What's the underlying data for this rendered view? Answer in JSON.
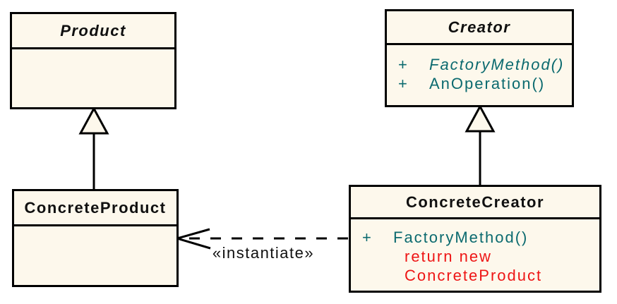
{
  "diagram": {
    "kind": "uml-class-diagram",
    "colors": {
      "background": "#ffffff",
      "class_fill": "#FDF8EC",
      "line": "#000000",
      "method_text": "#0B6A6F",
      "code_note_text": "#EE1515",
      "title_text": "#101010"
    }
  },
  "classes": {
    "product": {
      "name": "Product",
      "abstract": true
    },
    "creator": {
      "name": "Creator",
      "abstract": true,
      "members": [
        {
          "visibility": "+",
          "label": "FactoryMethod()",
          "abstract": true
        },
        {
          "visibility": "+",
          "label": "AnOperation()",
          "abstract": false
        }
      ]
    },
    "concrete_product": {
      "name": "ConcreteProduct",
      "abstract": false
    },
    "concrete_creator": {
      "name": "ConcreteCreator",
      "abstract": false,
      "members": [
        {
          "visibility": "+",
          "label": "FactoryMethod()",
          "abstract": false
        }
      ],
      "code_note": {
        "line1": "return new",
        "line2": "ConcreteProduct"
      }
    }
  },
  "relations": {
    "product_generalization": "ConcreteProduct inherits Product",
    "creator_generalization": "ConcreteCreator inherits Creator",
    "instantiate_label": "«instantiate»"
  }
}
